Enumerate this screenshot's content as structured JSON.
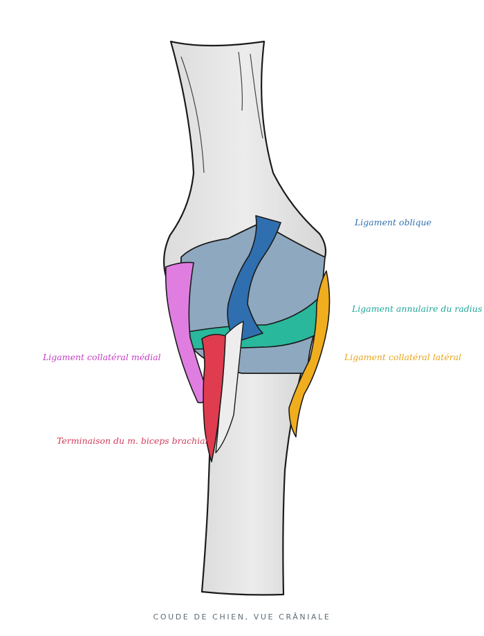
{
  "labels": {
    "oblique": "Ligament oblique",
    "annulaire": "Ligament annulaire du radius",
    "lateral": "Ligament collatéral latéral",
    "medial": "Ligament collatéral médial",
    "biceps": "Terminaison du m. biceps brachial"
  },
  "caption": "COUDE DE CHIEN, VUE CRÂNIALE",
  "colors": {
    "oblique": "#2f6fb0",
    "annulaire": "#1fa79a",
    "lateral": "#e9a51c",
    "medial": "#c340c4",
    "biceps": "#d43a5a",
    "bone": "#e4e4e4",
    "capsule": "#8ea8bf"
  }
}
